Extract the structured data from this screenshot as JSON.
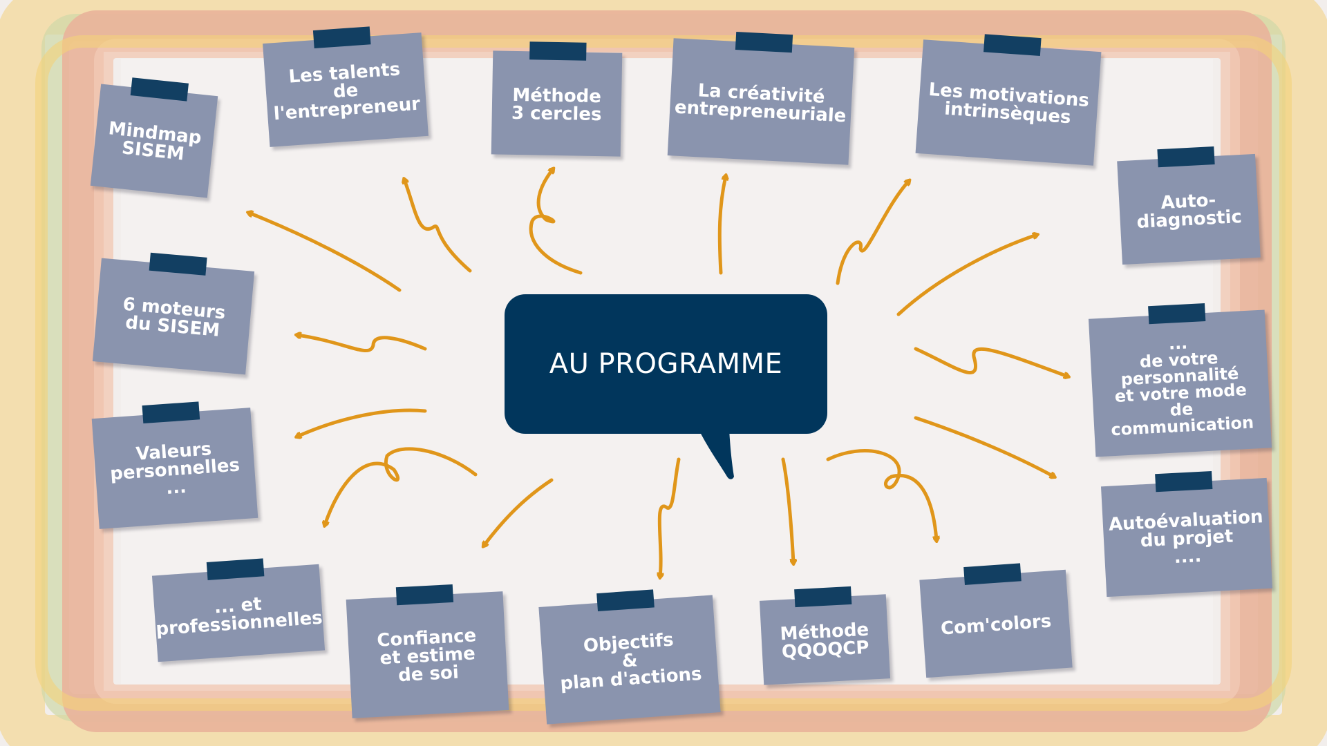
{
  "colors": {
    "background": "#f2eeec",
    "note": "#8a94ae",
    "tape": "#123f62",
    "center": "#01365c",
    "arrow": "#e0961a",
    "frame_peach": "#e9b39a",
    "frame_yellow": "#f3d27a",
    "frame_green": "#cfd9a8"
  },
  "center": {
    "title": "AU PROGRAMME"
  },
  "notes": {
    "mindmap": "Mindmap\nSISEM",
    "talents": "Les talents\nde\nl'entrepreneur",
    "methode3": "Méthode\n3 cercles",
    "creativite": "La créativité\nentrepreneuriale",
    "motivations": "Les motivations\nintrinsèques",
    "autodiag": "Auto-\ndiagnostic",
    "personnalite": "...\nde votre\npersonnalité\net votre mode\nde\ncommunication",
    "autoeval": "Autoévaluation\ndu projet\n....",
    "comcolors": "Com'colors",
    "qqoqcp": "Méthode\nQQOQCP",
    "objectifs": "Objectifs\n&\nplan d'actions",
    "confiance": "Confiance\net estime\nde soi",
    "professionnelles": "... et\nprofessionnelles",
    "valeurs": "Valeurs\npersonnelles\n...",
    "moteurs": "6 moteurs\ndu SISEM"
  },
  "icons": {
    "arrow": "curved-arrow-icon",
    "tape": "tape-icon"
  }
}
